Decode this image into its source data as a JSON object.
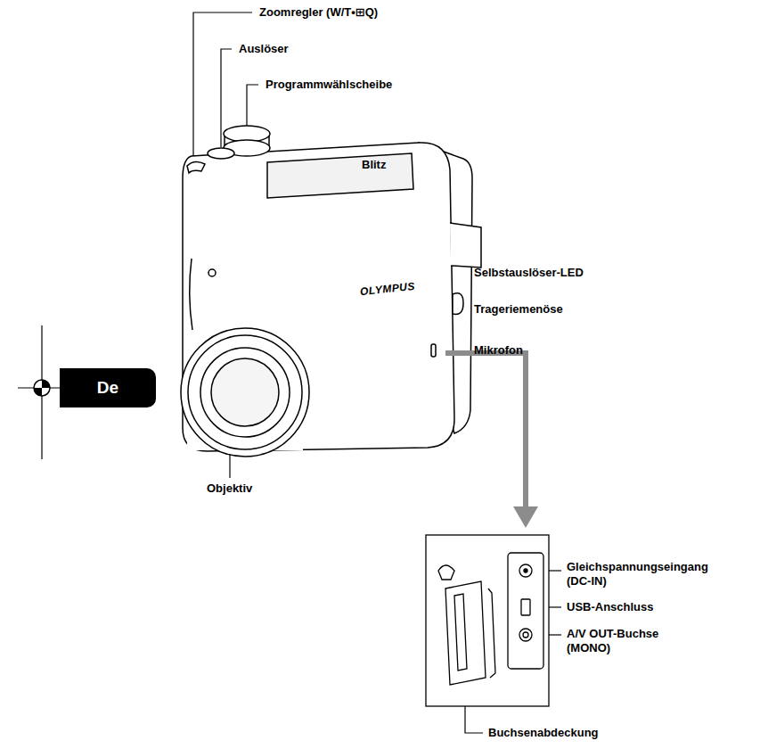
{
  "diagram": {
    "nodes": [
      {
        "text": [
          "De"
        ]
      }
    ],
    "labels": [
      "Zoomregler (W/T•⊞Q)",
      "Auslöser",
      "Programmwählscheibe",
      "Blitz",
      "Selbstauslöser-LED",
      "Trageriemenöse",
      "Mikrofon",
      "Objektiv",
      "OLYMPUS",
      "Gleichspannungseingang (DC-IN)",
      "USB-Anschluss",
      "A/V OUT-Buchse (MONO)",
      "Buchsenabdeckung"
    ]
  }
}
